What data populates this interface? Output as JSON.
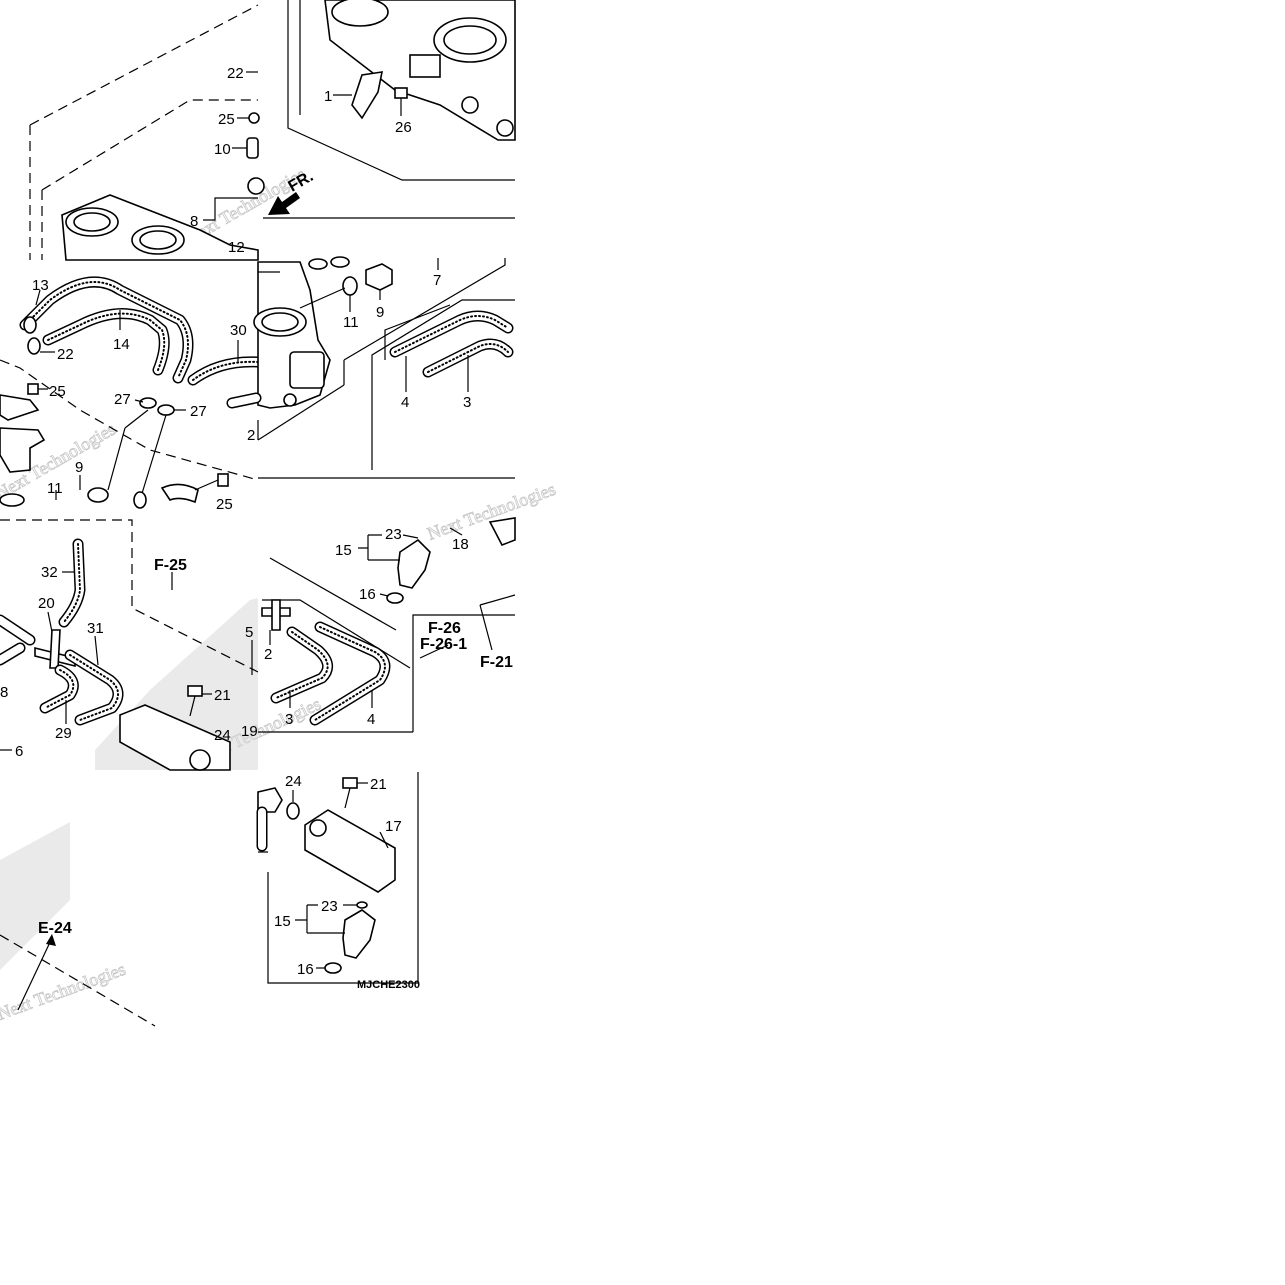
{
  "diagram": {
    "drawing_code": "MJCHE2300",
    "direction_label": "FR.",
    "refs": [
      {
        "id": "ref-f25",
        "text": "F-25"
      },
      {
        "id": "ref-f26",
        "text": "F-26"
      },
      {
        "id": "ref-f26-1",
        "text": "F-26-1"
      },
      {
        "id": "ref-f21",
        "text": "F-21"
      },
      {
        "id": "ref-e24",
        "text": "E-24"
      }
    ],
    "callouts": [
      {
        "id": "c1",
        "text": "1"
      },
      {
        "id": "c2",
        "text": "26"
      },
      {
        "id": "c3",
        "text": "22"
      },
      {
        "id": "c4",
        "text": "25"
      },
      {
        "id": "c5",
        "text": "10"
      },
      {
        "id": "c6",
        "text": "8"
      },
      {
        "id": "c7",
        "text": "12"
      },
      {
        "id": "c8",
        "text": "7"
      },
      {
        "id": "c9",
        "text": "11"
      },
      {
        "id": "c10",
        "text": "9"
      },
      {
        "id": "c11",
        "text": "13"
      },
      {
        "id": "c12",
        "text": "14"
      },
      {
        "id": "c13",
        "text": "22"
      },
      {
        "id": "c14",
        "text": "30"
      },
      {
        "id": "c15",
        "text": "25"
      },
      {
        "id": "c16",
        "text": "27"
      },
      {
        "id": "c17",
        "text": "27"
      },
      {
        "id": "c18",
        "text": "4"
      },
      {
        "id": "c19",
        "text": "3"
      },
      {
        "id": "c20",
        "text": "2"
      },
      {
        "id": "c21",
        "text": "9"
      },
      {
        "id": "c22",
        "text": "11"
      },
      {
        "id": "c23",
        "text": "25"
      },
      {
        "id": "c24",
        "text": "32"
      },
      {
        "id": "c25",
        "text": "20"
      },
      {
        "id": "c26",
        "text": "31"
      },
      {
        "id": "c27",
        "text": "5"
      },
      {
        "id": "c28",
        "text": "8"
      },
      {
        "id": "c29",
        "text": "29"
      },
      {
        "id": "c30",
        "text": "21"
      },
      {
        "id": "c31",
        "text": "24"
      },
      {
        "id": "c32",
        "text": "19"
      },
      {
        "id": "c33",
        "text": "6"
      },
      {
        "id": "c34",
        "text": "15"
      },
      {
        "id": "c35",
        "text": "23"
      },
      {
        "id": "c36",
        "text": "18"
      },
      {
        "id": "c37",
        "text": "16"
      },
      {
        "id": "c38",
        "text": "2"
      },
      {
        "id": "c39",
        "text": "3"
      },
      {
        "id": "c40",
        "text": "4"
      },
      {
        "id": "c41",
        "text": "24"
      },
      {
        "id": "c42",
        "text": "21"
      },
      {
        "id": "c43",
        "text": "17"
      },
      {
        "id": "c44",
        "text": "15"
      },
      {
        "id": "c45",
        "text": "23"
      },
      {
        "id": "c46",
        "text": "16"
      }
    ],
    "watermark": "Next Technologies"
  }
}
